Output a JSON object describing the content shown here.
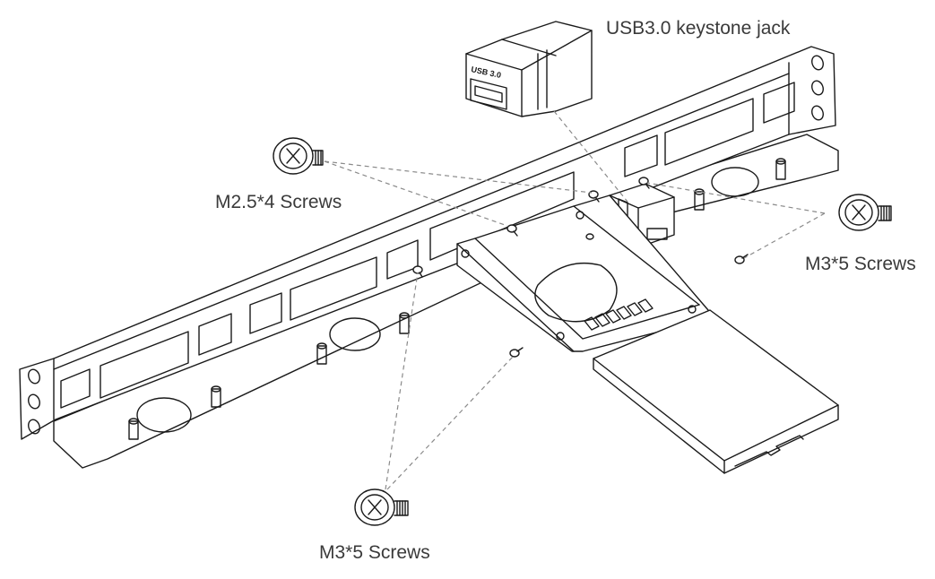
{
  "labels": {
    "usb_jack": "USB3.0 keystone jack",
    "m25_screws": "M2.5*4 Screws",
    "m3_screws_right": "M3*5 Screws",
    "m3_screws_bottom": "M3*5 Screws"
  },
  "jack_marking": "USB 3.0",
  "colors": {
    "line": "#1a1a1a",
    "dash": "#8a8a8a",
    "text": "#3a3a3a"
  }
}
